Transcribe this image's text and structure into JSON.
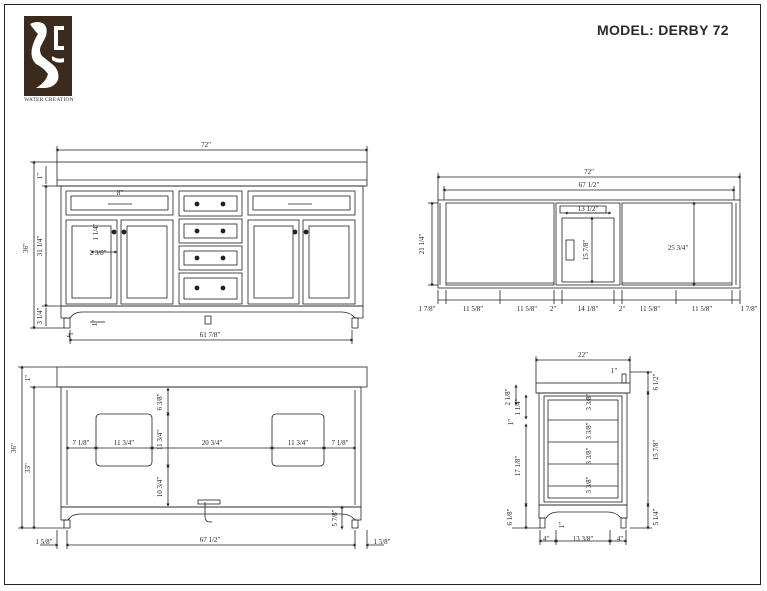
{
  "header": {
    "model_label": "MODEL: DERBY 72",
    "logo_text": "WATER CREATION"
  },
  "front_view": {
    "total_width": "72\"",
    "inner_width": "61 7/8\"",
    "overall_height": "36\"",
    "cabinet_height": "31 1/4\"",
    "top_thickness": "1\"",
    "toe_height": "3 1/4\"",
    "drawer_label": "8\"",
    "door_offset": "1 1/4\"",
    "door_inset": "2 3/8\"",
    "leg_gap": "1\"",
    "side_offset": "4\""
  },
  "back_view": {
    "top_thickness": "1\"",
    "overall_height": "36\"",
    "cabinet_height": "33\"",
    "top_gap": "6 3/8\"",
    "cutout_height": "11 3/4\"",
    "lower_gap": "10 3/4\"",
    "toe_height": "5 7/8\"",
    "left_margin": "7 1/8\"",
    "cutout_width_left": "11 3/4\"",
    "center_gap": "20 3/4\"",
    "cutout_width_right": "11 3/4\"",
    "right_margin": "7 1/8\"",
    "inner_width": "67 1/2\"",
    "side_offset_left": "1 5/8\"",
    "side_offset_right": "1 5/8\""
  },
  "top_view": {
    "total_width": "72\"",
    "inner_width": "67 1/2\"",
    "center_width": "13 1/2\"",
    "center_depth": "15 7/8\"",
    "right_depth": "25 3/4\"",
    "left_depth": "21 1/4\"",
    "segments": [
      "1 7/8\"",
      "11 5/8\"",
      "11 5/8\"",
      "2\"",
      "14 1/8\"",
      "2\"",
      "11 5/8\"",
      "11 5/8\"",
      "1 7/8\""
    ]
  },
  "side_view": {
    "depth": "22\"",
    "top_thickness": "1\"",
    "right_upper": "6 1/2\"",
    "right_middle": "15 7/8\"",
    "right_lower": "5 1/4\"",
    "left_a": "2 1/8\"",
    "left_b": "1 1/4\"",
    "left_c": "1\"",
    "left_middle": "17 1/8\"",
    "left_lower": "6 1/8\"",
    "shelf_labels": [
      "3 3/8\"",
      "3 3/8\"",
      "3 3/8\"",
      "3 3/8\""
    ],
    "bottom_left": "4\"",
    "bottom_center": "13 3/8\"",
    "bottom_right": "4\"",
    "foot_label": "1\""
  }
}
